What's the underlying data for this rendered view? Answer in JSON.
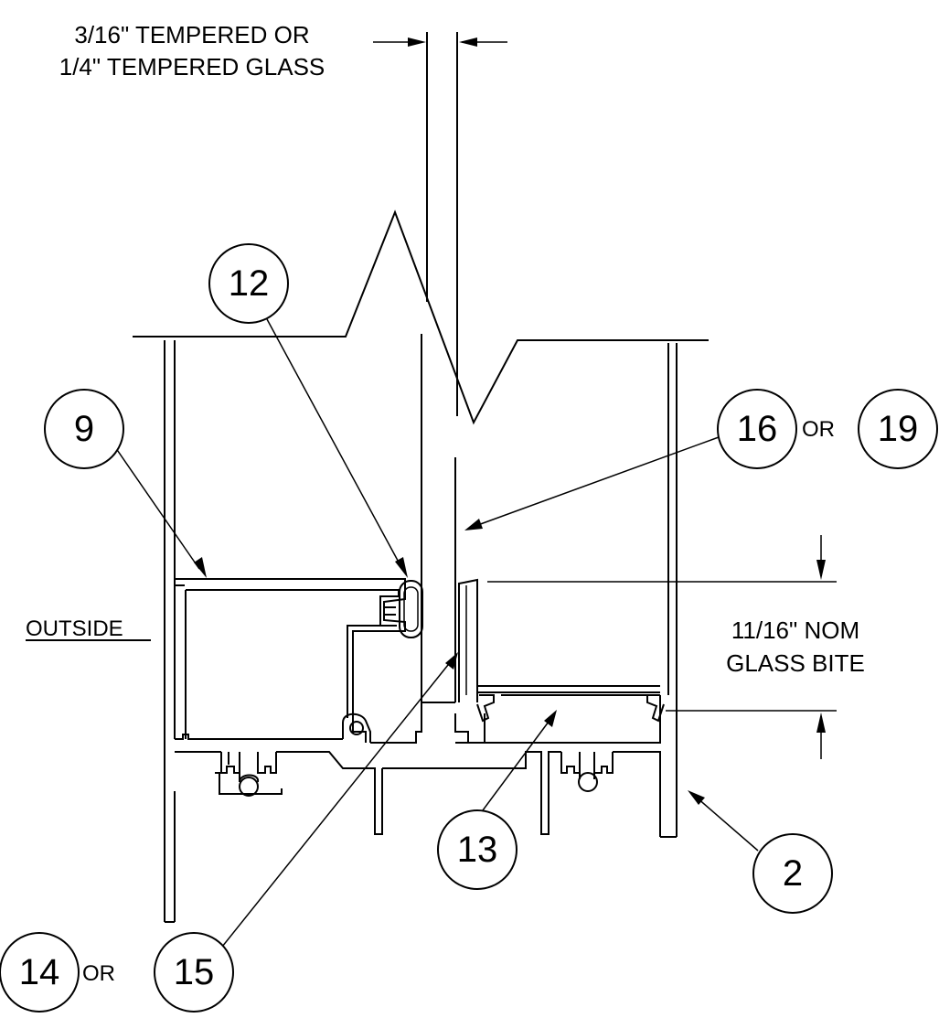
{
  "notes": {
    "glass_line1": "3/16\" TEMPERED OR",
    "glass_line2": "1/4\" TEMPERED GLASS",
    "side_label": "OUTSIDE",
    "bite_line1": "11/16\" NOM",
    "bite_line2": "GLASS BITE"
  },
  "callouts": {
    "c12": "12",
    "c9": "9",
    "c16": "16",
    "c19": "19",
    "c2": "2",
    "c13": "13",
    "c14": "14",
    "c15": "15",
    "or_a": "OR",
    "or_b": "OR"
  },
  "colors": {
    "line": "#000000",
    "background": "#ffffff"
  }
}
